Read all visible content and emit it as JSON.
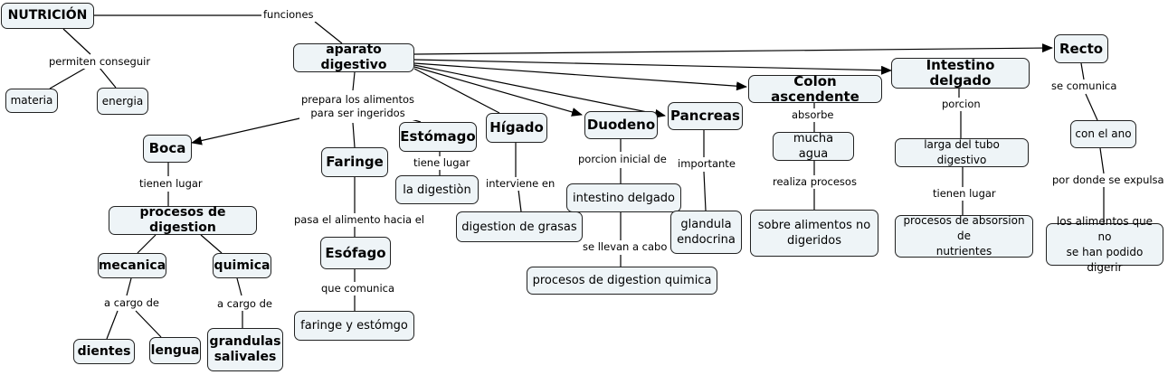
{
  "concepts": {
    "nutricion": "NUTRICIÓN",
    "materia": "materia",
    "energia": "energia",
    "aparato_digestivo": "aparato digestivo",
    "boca": "Boca",
    "procesos_digestion": "procesos de digestion",
    "mecanica": "mecanica",
    "quimica": "quimica",
    "dientes": "dientes",
    "lengua": "lengua",
    "grandulas_line1": "grandulas",
    "grandulas_line2": "salivales",
    "faringe": "Faringe",
    "esofago": "Esófago",
    "faringe_estomgo": "faringe y estómgo",
    "estomago": "Estómago",
    "digestion": "la digestiòn",
    "higado": "Hígado",
    "digestion_grasas": "digestion de grasas",
    "duodeno": "Duodeno",
    "intestino_delgado_lower": "intestino delgado",
    "procesos_quimica": "procesos de digestion quimica",
    "pancreas": "Pancreas",
    "glandula_line1": "glandula",
    "glandula_line2": "endocrina",
    "colon": "Colon ascendente",
    "mucha_agua": "mucha agua",
    "sobre_alimentos_line1": "sobre alimentos no",
    "sobre_alimentos_line2": "digeridos",
    "intestino_delgado": "Intestino delgado",
    "larga": "larga del tubo digestivo",
    "absorcion_line1": "procesos de absorsion de",
    "absorcion_line2": "nutrientes",
    "recto": "Recto",
    "con_el_ano": "con el ano",
    "alimentos_line1": "los alimentos que no",
    "alimentos_line2": "se han podido digerir"
  },
  "links": {
    "funciones": "funciones",
    "permiten": "permiten conseguir",
    "prepara_line1": "prepara los alimentos",
    "prepara_line2": "para ser ingeridos",
    "tienen_lugar": "tienen lugar",
    "a_cargo_1": "a cargo de",
    "a_cargo_2": "a cargo de",
    "pasa": "pasa el alimento hacia el",
    "que_comunica": "que comunica",
    "tiene_lugar": "tiene lugar",
    "interviene": "interviene en",
    "porcion_inicial": "porcion inicial de",
    "se_llevan": "se llevan a cabo",
    "importante": "importante",
    "absorbe": "absorbe",
    "realiza": "realiza procesos",
    "porcion": "porcion",
    "tienen_lugar_2": "tienen lugar",
    "se_comunica": "se comunica",
    "por_donde": "por donde se expulsa"
  },
  "colors": {
    "node_fill": "#eef4f7",
    "line": "#000000"
  }
}
